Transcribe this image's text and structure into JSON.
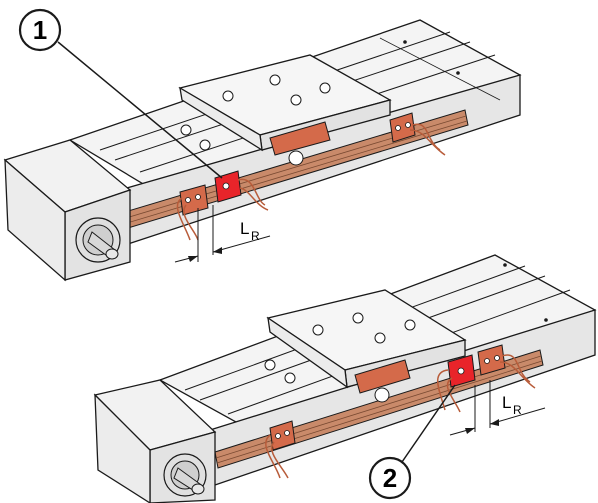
{
  "callouts": {
    "one": "1",
    "two": "2"
  },
  "dimensions": {
    "top_label_main": "L",
    "top_label_sub": "R",
    "bottom_label_main": "L",
    "bottom_label_sub": "R"
  },
  "colors": {
    "outline": "#1a1a1a",
    "body_fill": "#f2f2f2",
    "body_shade": "#dcdcdc",
    "slot_fill": "#c98a6a",
    "sensor_fill": "#d46a4a",
    "highlight_sensor": "#e8242a",
    "cable": "#b85c3a"
  }
}
